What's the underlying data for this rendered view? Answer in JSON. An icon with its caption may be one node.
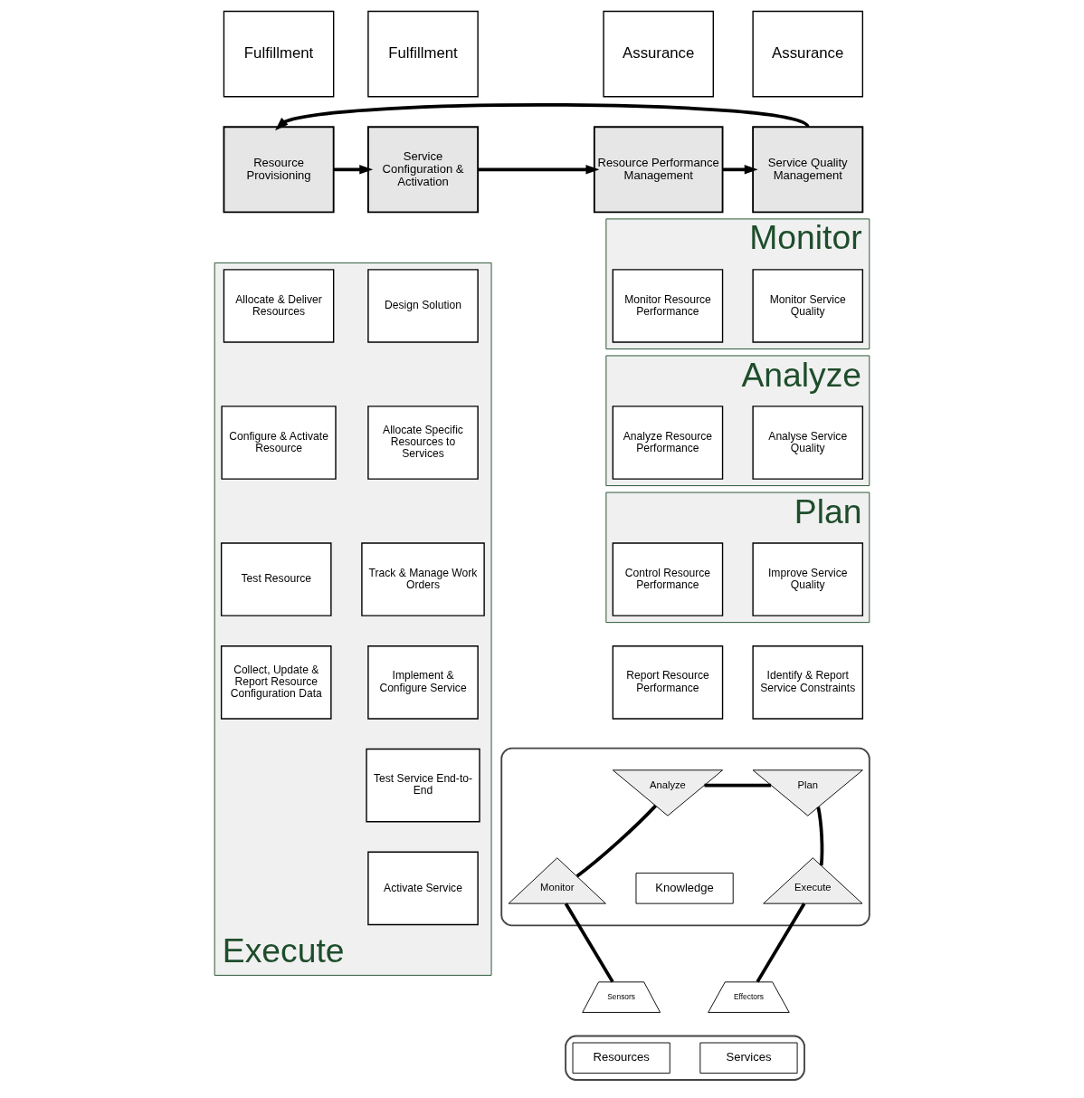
{
  "diagram": {
    "nodes": [
      {
        "text": [
          "Fulfillment"
        ]
      },
      {
        "text": [
          "Fulfillment"
        ]
      },
      {
        "text": [
          "Assurance"
        ]
      },
      {
        "text": [
          "Assurance"
        ]
      },
      {
        "text": [
          "Resource Provisioning"
        ]
      },
      {
        "text": [
          "Service Configuration & Activation"
        ]
      },
      {
        "text": [
          "Resource Performance Management"
        ]
      },
      {
        "text": [
          "Service Quality Management"
        ]
      },
      {
        "text": [
          "Execute"
        ]
      },
      {
        "text": [
          "Allocate & Deliver Resources"
        ],
        "in": 8
      },
      {
        "text": [
          "Design Solution"
        ],
        "in": 8
      },
      {
        "text": [
          "Configure & Activate Resource"
        ],
        "in": 8
      },
      {
        "text": [
          "Allocate Specific Resources to Services"
        ],
        "in": 8
      },
      {
        "text": [
          "Test Resource"
        ],
        "in": 8
      },
      {
        "text": [
          "Track & Manage Work Orders"
        ],
        "in": 8
      },
      {
        "text": [
          "Collect, Update & Report Resource Configuration Data"
        ],
        "in": 8
      },
      {
        "text": [
          "Implement & Configure Service"
        ],
        "in": 8
      },
      {
        "text": [
          "Test Service End-to-End"
        ],
        "in": 8
      },
      {
        "text": [
          "Activate Service"
        ],
        "in": 8
      },
      {
        "text": [
          "Monitor"
        ]
      },
      {
        "text": [
          "Monitor Resource Performance"
        ],
        "in": 19
      },
      {
        "text": [
          "Monitor Service Quality"
        ],
        "in": 19
      },
      {
        "text": [
          "Analyze"
        ]
      },
      {
        "text": [
          "Analyze Resource Performance"
        ],
        "in": 22
      },
      {
        "text": [
          "Analyse Service Quality"
        ],
        "in": 22
      },
      {
        "text": [
          "Plan"
        ]
      },
      {
        "text": [
          "Control Resource Performance"
        ],
        "in": 25
      },
      {
        "text": [
          "Improve Service Quality"
        ],
        "in": 25
      },
      {
        "text": [
          "Report Resource Performance"
        ]
      },
      {
        "text": [
          "Identify & Report Service Constraints"
        ]
      },
      {
        "text": [],
        "shape": "box"
      },
      {
        "text": [
          "Analyze"
        ],
        "in": 30
      },
      {
        "text": [
          "Plan"
        ],
        "in": 30
      },
      {
        "text": [
          "Monitor"
        ],
        "in": 30
      },
      {
        "text": [
          "Knowledge"
        ],
        "in": 30
      },
      {
        "text": [
          "Execute"
        ],
        "in": 30
      },
      {
        "text": [
          "Sensors"
        ]
      },
      {
        "text": [
          "Effectors"
        ]
      },
      {
        "text": [],
        "shape": "box"
      },
      {
        "text": [
          "Resources"
        ],
        "in": 38
      },
      {
        "text": [
          "Services"
        ],
        "in": 38
      }
    ],
    "edges": [
      {
        "from": 4,
        "to": 5,
        "arrow": "to"
      },
      {
        "from": 5,
        "to": 6,
        "arrow": "to"
      },
      {
        "from": 6,
        "to": 7,
        "arrow": "to"
      },
      {
        "from": 7,
        "to": 4,
        "arrow": "to"
      },
      {
        "from": 33,
        "to": 31,
        "arrow": "none"
      },
      {
        "from": 31,
        "to": 32,
        "arrow": "none"
      },
      {
        "from": 32,
        "to": 35,
        "arrow": "none"
      },
      {
        "from": 33,
        "to": 36,
        "arrow": "none"
      },
      {
        "from": 35,
        "to": 37,
        "arrow": "none"
      }
    ]
  }
}
